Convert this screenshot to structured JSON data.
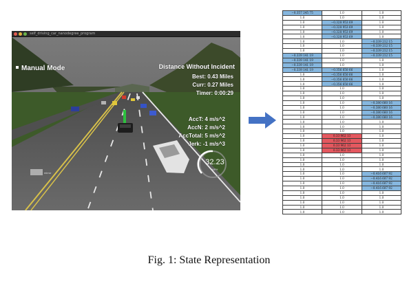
{
  "simulator": {
    "window_title": "self_driving_car_nanodegree_program",
    "mode_label": "Manual Mode",
    "distance_title": "Distance Without Incident",
    "best": "Best: 0.43 Miles",
    "curr": "Curr: 0.27 Miles",
    "timer": "Timer: 0:00:29",
    "acc_t": "AccT: 4 m/s^2",
    "acc_n": "AccN: 2 m/s^2",
    "acc_total": "AccTotal: 5 m/s^2",
    "jerk": "Jerk: -1 m/s^3",
    "speed": "32.23",
    "speed_unit": "MPH",
    "mini_label": "mirror",
    "colors": {
      "sky": "#6b6b6b",
      "road": "#5e5e5e",
      "grass": "#3f5f2a",
      "hud_text": "#ffffff",
      "lane_yellow": "#d8c14a"
    }
  },
  "arrow": {
    "color": "#4472c4",
    "icon": "right-arrow-icon"
  },
  "state_table": {
    "highlight_colors": {
      "blue": "#86b7df",
      "red": "#e4585f"
    },
    "rows": [
      [
        {
          "v": "−0.357 245 75",
          "h": "blue"
        },
        {
          "v": "1.0"
        },
        {
          "v": "1.0"
        }
      ],
      [
        {
          "v": "1.0"
        },
        {
          "v": "1.0"
        },
        {
          "v": "1.0"
        }
      ],
      [
        {
          "v": "1.0"
        },
        {
          "v": "−0.328 953 69",
          "h": "blue"
        },
        {
          "v": "1.0"
        }
      ],
      [
        {
          "v": "1.0"
        },
        {
          "v": "−0.328 953 69",
          "h": "blue"
        },
        {
          "v": "1.0"
        }
      ],
      [
        {
          "v": "1.0"
        },
        {
          "v": "−0.328 953 69",
          "h": "blue"
        },
        {
          "v": "1.0"
        }
      ],
      [
        {
          "v": "1.0"
        },
        {
          "v": "−0.328 953 69",
          "h": "blue"
        },
        {
          "v": "1.0"
        }
      ],
      [
        {
          "v": "1.0"
        },
        {
          "v": "1.0"
        },
        {
          "v": "−0.339 212 15",
          "h": "blue"
        }
      ],
      [
        {
          "v": "1.0"
        },
        {
          "v": "1.0"
        },
        {
          "v": "−0.339 212 15",
          "h": "blue"
        }
      ],
      [
        {
          "v": "1.0"
        },
        {
          "v": "1.0"
        },
        {
          "v": "−0.339 212 15",
          "h": "blue"
        }
      ],
      [
        {
          "v": "−0.339 141 19",
          "h": "blue"
        },
        {
          "v": "1.0"
        },
        {
          "v": "−0.339 212 15",
          "h": "blue"
        }
      ],
      [
        {
          "v": "−0.339 141 19",
          "h": "blue"
        },
        {
          "v": "1.0"
        },
        {
          "v": "1.0"
        }
      ],
      [
        {
          "v": "−0.339 141 19",
          "h": "blue"
        },
        {
          "v": "1.0"
        },
        {
          "v": "1.0"
        }
      ],
      [
        {
          "v": "−0.339 141 19",
          "h": "blue"
        },
        {
          "v": "−0.356 650 66",
          "h": "blue"
        },
        {
          "v": "1.0"
        }
      ],
      [
        {
          "v": "1.0"
        },
        {
          "v": "−0.356 650 66",
          "h": "blue"
        },
        {
          "v": "1.0"
        }
      ],
      [
        {
          "v": "1.0"
        },
        {
          "v": "−0.356 650 66",
          "h": "blue"
        },
        {
          "v": "1.0"
        }
      ],
      [
        {
          "v": "1.0"
        },
        {
          "v": "−0.356 650 66",
          "h": "blue"
        },
        {
          "v": "1.0"
        }
      ],
      [
        {
          "v": "1.0"
        },
        {
          "v": "1.0"
        },
        {
          "v": "1.0"
        }
      ],
      [
        {
          "v": "1.0"
        },
        {
          "v": "1.0"
        },
        {
          "v": "1.0"
        }
      ],
      [
        {
          "v": "1.0"
        },
        {
          "v": "1.0"
        },
        {
          "v": "1.0"
        }
      ],
      [
        {
          "v": "1.0"
        },
        {
          "v": "1.0"
        },
        {
          "v": "−0.380 660 16",
          "h": "blue"
        }
      ],
      [
        {
          "v": "1.0"
        },
        {
          "v": "1.0"
        },
        {
          "v": "−0.380 660 16",
          "h": "blue"
        }
      ],
      [
        {
          "v": "1.0"
        },
        {
          "v": "1.0"
        },
        {
          "v": "−0.380 660 16",
          "h": "blue"
        }
      ],
      [
        {
          "v": "1.0"
        },
        {
          "v": "1.0"
        },
        {
          "v": "−0.380 660 16",
          "h": "blue"
        }
      ],
      [
        {
          "v": "1.0"
        },
        {
          "v": "1.0"
        },
        {
          "v": "1.0"
        }
      ],
      [
        {
          "v": "1.0"
        },
        {
          "v": "1.0"
        },
        {
          "v": "1.0"
        }
      ],
      [
        {
          "v": "1.0"
        },
        {
          "v": "1.0"
        },
        {
          "v": "1.0"
        }
      ],
      [
        {
          "v": "1.0"
        },
        {
          "v": "0.33 962 13",
          "h": "red"
        },
        {
          "v": "1.0"
        }
      ],
      [
        {
          "v": "1.0"
        },
        {
          "v": "0.33 962 13",
          "h": "red"
        },
        {
          "v": "1.0"
        }
      ],
      [
        {
          "v": "1.0"
        },
        {
          "v": "0.33 962 13",
          "h": "red"
        },
        {
          "v": "1.0"
        }
      ],
      [
        {
          "v": "1.0"
        },
        {
          "v": "0.33 962 13",
          "h": "red"
        },
        {
          "v": "1.0"
        }
      ],
      [
        {
          "v": "1.0"
        },
        {
          "v": "1.0"
        },
        {
          "v": "1.0"
        }
      ],
      [
        {
          "v": "1.0"
        },
        {
          "v": "1.0"
        },
        {
          "v": "1.0"
        }
      ],
      [
        {
          "v": "1.0"
        },
        {
          "v": "1.0"
        },
        {
          "v": "1.0"
        }
      ],
      [
        {
          "v": "1.0"
        },
        {
          "v": "1.0"
        },
        {
          "v": "1.0"
        }
      ],
      [
        {
          "v": "1.0"
        },
        {
          "v": "1.0"
        },
        {
          "v": "−0.416 607 92",
          "h": "blue"
        }
      ],
      [
        {
          "v": "1.0"
        },
        {
          "v": "1.0"
        },
        {
          "v": "−0.416 607 92",
          "h": "blue"
        }
      ],
      [
        {
          "v": "1.0"
        },
        {
          "v": "1.0"
        },
        {
          "v": "−0.416 607 92",
          "h": "blue"
        }
      ],
      [
        {
          "v": "1.0"
        },
        {
          "v": "1.0"
        },
        {
          "v": "−0.416 607 92",
          "h": "blue"
        }
      ],
      [
        {
          "v": "1.0"
        },
        {
          "v": "1.0"
        },
        {
          "v": "1.0"
        }
      ],
      [
        {
          "v": "1.0"
        },
        {
          "v": "1.0"
        },
        {
          "v": "1.0"
        }
      ],
      [
        {
          "v": "1.0"
        },
        {
          "v": "1.0"
        },
        {
          "v": "1.0"
        }
      ],
      [
        {
          "v": "1.0"
        },
        {
          "v": "1.0"
        },
        {
          "v": "1.0"
        }
      ],
      [
        {
          "v": "1.0"
        },
        {
          "v": "1.0"
        },
        {
          "v": "1.0"
        }
      ]
    ]
  },
  "caption": "Fig. 1: State Representation"
}
